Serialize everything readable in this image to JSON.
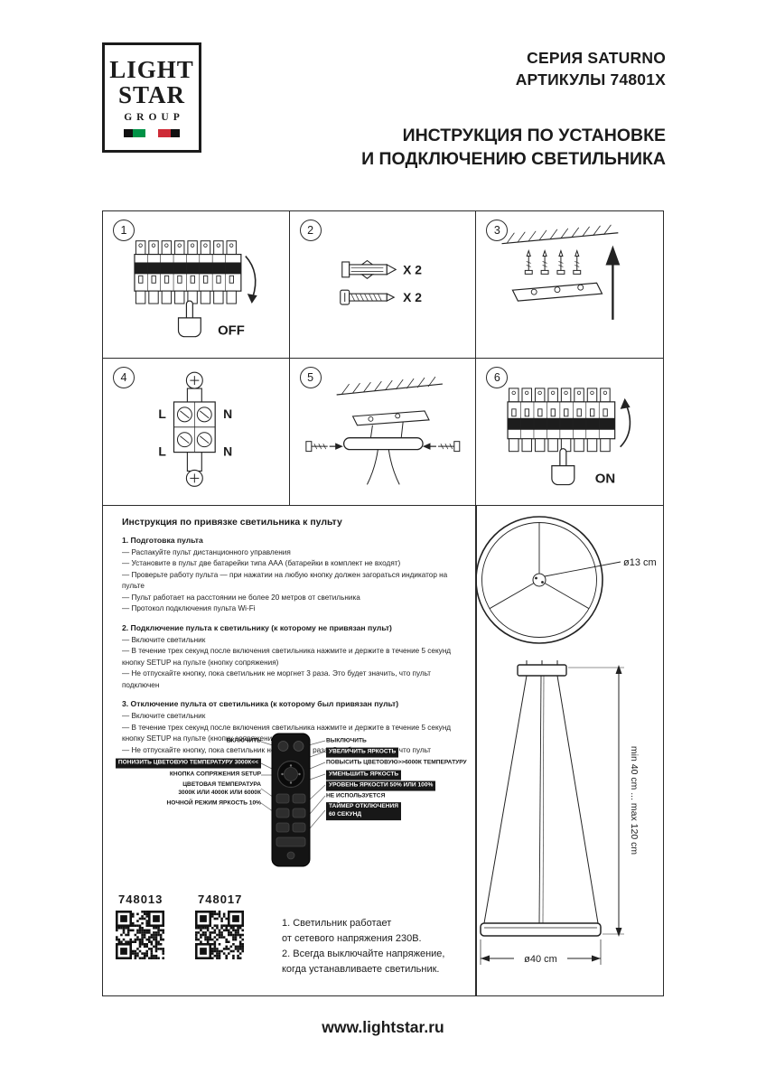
{
  "header": {
    "logo": {
      "word1": "LIGHT",
      "word2": "STAR",
      "word3": "GROUP"
    },
    "series": "СЕРИЯ SATURNO",
    "articles": "АРТИКУЛЫ 74801X",
    "title1": "ИНСТРУКЦИЯ ПО УСТАНОВКЕ",
    "title2": "И ПОДКЛЮЧЕНИЮ СВЕТИЛЬНИКА"
  },
  "steps": {
    "n1": "1",
    "n2": "2",
    "n3": "3",
    "n4": "4",
    "n5": "5",
    "n6": "6",
    "off": "OFF",
    "on": "ON",
    "x2_anchor": "X 2",
    "x2_screw": "X 2",
    "l_top": "L",
    "n_top": "N",
    "l_bottom": "L",
    "n_bottom": "N"
  },
  "instructions": {
    "title": "Инструкция по привязке светильника к пульту",
    "sections": [
      {
        "heading": "1. Подготовка пульта",
        "items": [
          "— Распакуйте пульт дистанционного управления",
          "— Установите в пульт две батарейки типа ААА (батарейки в комплект не входят)",
          "— Проверьте работу пульта — при нажатии на любую кнопку должен загораться индикатор на пульте",
          "— Пульт работает на расстоянии не более 20 метров от светильника",
          "— Протокол подключения пульта Wi-Fi"
        ]
      },
      {
        "heading": "2. Подключение пульта к светильнику (к которому не привязан пульт)",
        "items": [
          "— Включите светильник",
          "— В течение трех секунд после включения светильника нажмите и держите в течение 5 секунд кнопку SETUP на пульте (кнопку сопряжения)",
          "— Не отпускайте кнопку, пока светильник не моргнет 3 раза. Это будет значить, что пульт подключен"
        ]
      },
      {
        "heading": "3. Отключение пульта от светильника (к которому был привязан пульт)",
        "items": [
          "— Включите светильник",
          "— В течение трех секунд после включения светильника нажмите и держите в течение 5 секунд кнопку SETUP на пульте (кнопку сопряжения)",
          "— Не отпускайте кнопку, пока светильник не моргнет 3 раза. Это будет значить, что пульт отключен"
        ]
      }
    ]
  },
  "remote": {
    "left_labels": [
      "ВКЛЮЧИТЬ",
      "ПОНИЗИТЬ ЦВЕТОВУЮ ТЕМПЕРАТУРУ 3000К<<",
      "КНОПКА СОПРЯЖЕНИЯ SETUP",
      "ЦВЕТОВАЯ ТЕМПЕРАТУРА\n3000К ИЛИ 4000К ИЛИ 6000К",
      "НОЧНОЙ РЕЖИМ ЯРКОСТЬ 10%"
    ],
    "right_labels": [
      "ВЫКЛЮЧИТЬ",
      "УВЕЛИЧИТЬ ЯРКОСТЬ",
      "ПОВЫСИТЬ ЦВЕТОВУЮ>>6000К ТЕМПЕРАТУРУ",
      "УМЕНЬШИТЬ ЯРКОСТЬ",
      "УРОВЕНЬ ЯРКОСТИ 50% ИЛИ 100%",
      "НЕ ИСПОЛЬЗУЕТСЯ",
      "ТАЙМЕР ОТКЛЮЧЕНИЯ\n60 СЕКУНД"
    ]
  },
  "qr": {
    "label1": "748013",
    "label2": "748017"
  },
  "notes": {
    "line1": "1. Светильник работает",
    "line2": "от сетевого напряжения 230В.",
    "line3": "2. Всегда выключайте напряжение,",
    "line4": "когда устанавливаете светильник."
  },
  "dimensions": {
    "hub": "ø13 cm",
    "height_range": "min 40 cm ... max 120 cm",
    "ring": "ø40 cm"
  },
  "footer": {
    "url": "www.lightstar.ru"
  }
}
